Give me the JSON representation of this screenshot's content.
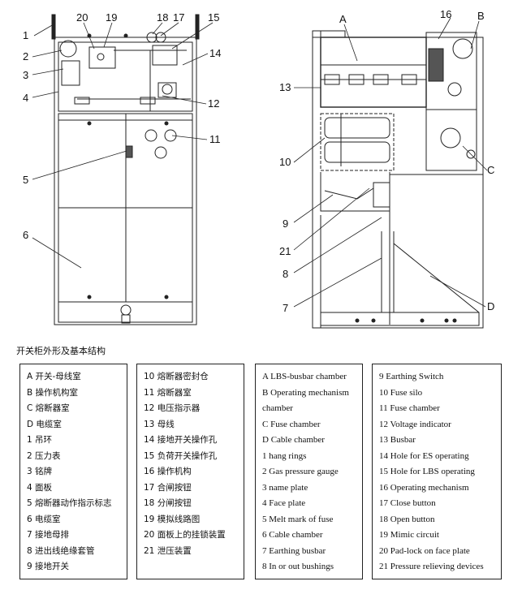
{
  "caption": "开关柜外形及基本结构",
  "front_view": {
    "labels": [
      "1",
      "2",
      "3",
      "4",
      "5",
      "6",
      "20",
      "19",
      "18",
      "17",
      "15",
      "14",
      "12",
      "11"
    ]
  },
  "side_view": {
    "labels": [
      "A",
      "16",
      "B",
      "13",
      "10",
      "C",
      "9",
      "21",
      "8",
      "7",
      "D"
    ]
  },
  "legend_cn_left": [
    "A 开关-母线室",
    "B 操作机构室",
    "C 熔断器室",
    "D 电缆室",
    "1 吊环",
    "2 压力表",
    "3 铭牌",
    "4 面板",
    "5 熔断器动作指示标志",
    "6 电缆室",
    "7 接地母排",
    "8 进出线绝缘套管",
    "9 接地开关"
  ],
  "legend_cn_right": [
    "10 熔断器密封仓",
    "11 熔断器室",
    "12 电压指示器",
    "13 母线",
    "14 接地开关操作孔",
    "15 负荷开关操作孔",
    "16 操作机构",
    "17 合闸按钮",
    "18 分闸按钮",
    "19 模拟线路图",
    "20 面板上的挂锁装置",
    "21 泄压装置"
  ],
  "legend_en_left": [
    "A LBS-busbar chamber",
    "B Operating mechanism",
    "chamber",
    "C Fuse chamber",
    "D Cable chamber",
    "1 hang rings",
    "2 Gas pressure gauge",
    "3 name plate",
    "4 Face plate",
    "5 Melt mark of fuse",
    "6 Cable chamber",
    "7 Earthing busbar",
    "8 In or out bushings"
  ],
  "legend_en_right": [
    "9 Earthing Switch",
    "10 Fuse silo",
    "11 Fuse chamber",
    "12 Voltage indicator",
    "13 Busbar",
    "14 Hole for ES operating",
    "15 Hole for LBS operating",
    "16 Operating mechanism",
    "17 Close button",
    "18 Open button",
    "19 Mimic circuit",
    "20 Pad-lock on face plate",
    "21 Pressure relieving devices"
  ]
}
